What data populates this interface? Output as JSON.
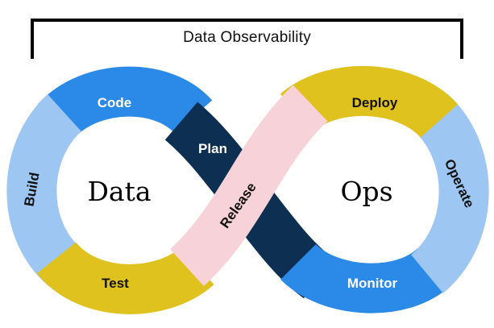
{
  "header": {
    "title": "Data Observability"
  },
  "lobes": {
    "left": "Data",
    "right": "Ops"
  },
  "stages": [
    {
      "label": "Plan",
      "color": "#0d2f52",
      "text_color": "#ffffff"
    },
    {
      "label": "Code",
      "color": "#2b8ae8",
      "text_color": "#ffffff"
    },
    {
      "label": "Build",
      "color": "#9dc6f2",
      "text_color": "#111111"
    },
    {
      "label": "Test",
      "color": "#e0c21f",
      "text_color": "#111111"
    },
    {
      "label": "Release",
      "color": "#f7d3d9",
      "text_color": "#111111"
    },
    {
      "label": "Deploy",
      "color": "#e0c21f",
      "text_color": "#111111"
    },
    {
      "label": "Operate",
      "color": "#9dc6f2",
      "text_color": "#111111"
    },
    {
      "label": "Monitor",
      "color": "#2b8ae8",
      "text_color": "#ffffff"
    }
  ]
}
